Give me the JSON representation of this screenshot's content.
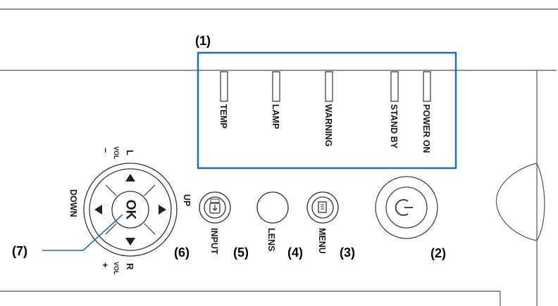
{
  "callouts": {
    "indicators": "(1)",
    "power": "(2)",
    "menu": "(3)",
    "lens": "(4)",
    "input": "(5)",
    "direction_pad": "(6)",
    "ok": "(7)"
  },
  "indicators": [
    {
      "label": "TEMP"
    },
    {
      "label": "LAMP"
    },
    {
      "label": "WARNING"
    },
    {
      "label": "STAND BY"
    },
    {
      "label": "POWER ON"
    }
  ],
  "buttons": {
    "input_label": "INPUT",
    "lens_label": "LENS",
    "menu_label": "MENU"
  },
  "dpad": {
    "ok_label": "OK",
    "up_label": "UP",
    "down_label": "DOWN",
    "left_label": "L",
    "right_label": "R",
    "vol_minus_label": "VOL",
    "vol_plus_label": "VOL",
    "minus_sign": "–",
    "plus_sign": "+"
  },
  "colors": {
    "highlight_box": "#1f6fb5",
    "callout_line": "#1f6fb5",
    "outline": "#333333"
  }
}
